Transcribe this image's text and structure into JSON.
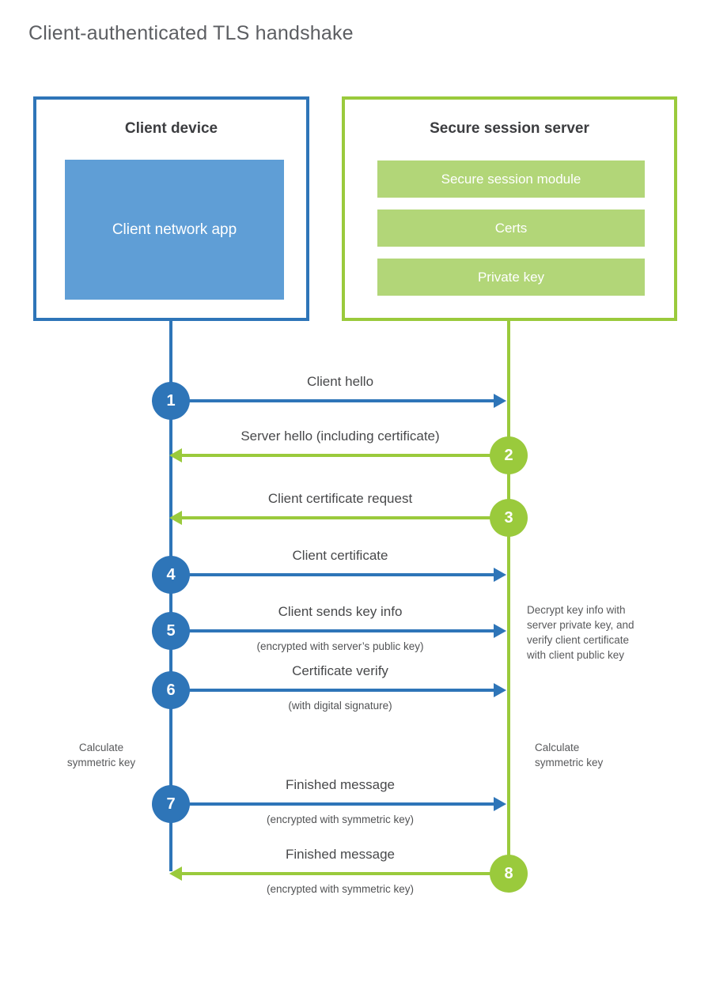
{
  "title": "Client-authenticated TLS handshake",
  "colors": {
    "blue_accent": "#2e75b8",
    "blue_fill": "#5f9ed6",
    "green_accent": "#9aca3c",
    "green_fill": "#b2d678"
  },
  "client": {
    "title": "Client device",
    "app_label": "Client network app"
  },
  "server": {
    "title": "Secure session server",
    "modules": [
      "Secure session module",
      "Certs",
      "Private key"
    ]
  },
  "steps": [
    {
      "num": "1",
      "from": "client",
      "label": "Client hello",
      "sub": ""
    },
    {
      "num": "2",
      "from": "server",
      "label": "Server hello (including certificate)",
      "sub": ""
    },
    {
      "num": "3",
      "from": "server",
      "label": "Client certificate request",
      "sub": ""
    },
    {
      "num": "4",
      "from": "client",
      "label": "Client certificate",
      "sub": ""
    },
    {
      "num": "5",
      "from": "client",
      "label": "Client sends key info",
      "sub": "(encrypted with server’s public key)"
    },
    {
      "num": "6",
      "from": "client",
      "label": "Certificate verify",
      "sub": "(with digital signature)"
    },
    {
      "num": "7",
      "from": "client",
      "label": "Finished message",
      "sub": "(encrypted with symmetric key)"
    },
    {
      "num": "8",
      "from": "server",
      "label": "Finished message",
      "sub": "(encrypted with symmetric key)"
    }
  ],
  "annotations": {
    "client_calc": "Calculate\nsymmetric key",
    "server_calc": "Calculate\nsymmetric key",
    "decrypt_note": "Decrypt key info with\nserver private key, and\nverify client certificate\nwith client public key"
  }
}
